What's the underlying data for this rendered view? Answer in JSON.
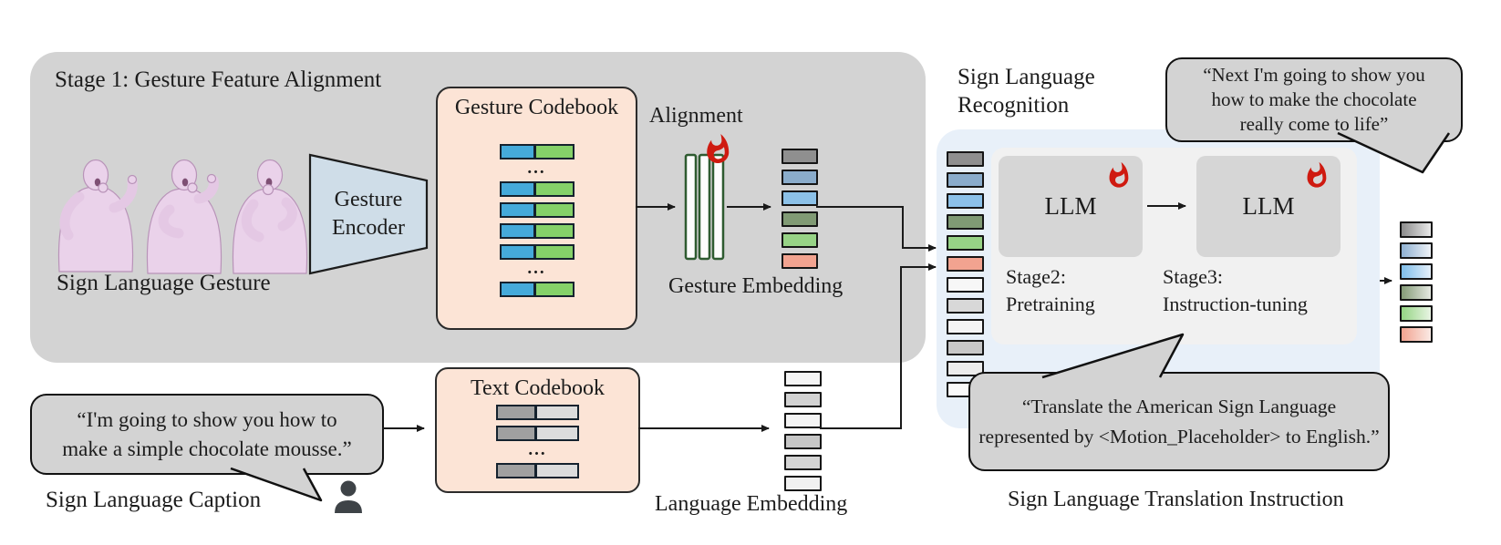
{
  "stage1": {
    "title": "Stage 1: Gesture Feature Alignment",
    "gesture_label": "Sign Language Gesture",
    "encoder_label": "Gesture\nEncoder",
    "bg": "#d3d3d3"
  },
  "gesture_codebook": {
    "title": "Gesture Codebook",
    "rows": [
      "bar",
      "dots",
      "bar",
      "bar",
      "bar",
      "bar",
      "dots",
      "bar"
    ],
    "left": "#45aada",
    "right": "#85d169",
    "dots": "...",
    "bg": "#fce4d6"
  },
  "alignment": {
    "label": "Alignment",
    "flame_color": "#cf1a10",
    "bar_border": "#2e5b30"
  },
  "gesture_embedding": {
    "label": "Gesture Embedding",
    "tokens": [
      "#8f8f8f",
      "#8aaccb",
      "#8cc1e8",
      "#809a74",
      "#97d386",
      "#f2a390"
    ]
  },
  "recognition": {
    "label": "Sign Language\nRecognition",
    "llm1_label": "LLM",
    "llm2_label": "LLM",
    "stage2_label": "Stage2:\nPretraining",
    "stage3_label": "Stage3:\nInstruction-tuning",
    "tokens": [
      "#8f8f8f",
      "#8aaccb",
      "#8cc1e8",
      "#809a74",
      "#97d386",
      "#f2a390",
      "#f7f7f7",
      "#d8d8d8",
      "#f5f5f5",
      "#c7c7c7",
      "#ececec",
      "#fafafa"
    ],
    "panel_bg": "#e8f0f9",
    "inner_bg": "#f1f1f1"
  },
  "text_codebook": {
    "title": "Text Codebook",
    "rows": [
      "bar",
      "bar",
      "dots",
      "bar"
    ],
    "left": "#a0a0a0",
    "right": "#dcdcdc",
    "dots": "...",
    "bg": "#fce4d6"
  },
  "language_embedding": {
    "label": "Language Embedding",
    "tokens": [
      "#f5f5f5",
      "#d2d2d2",
      "#f4f4f4",
      "#c6c6c6",
      "#d4d4d4",
      "#f0f0f0"
    ]
  },
  "output_embedding": {
    "tokens": [
      [
        "#8c8c8c",
        "#e9e9e9"
      ],
      [
        "#8fb1d2",
        "#eef2f7"
      ],
      [
        "#7fbde9",
        "#e5f0fa"
      ],
      [
        "#849b77",
        "#e6e9e2"
      ],
      [
        "#94d583",
        "#e9f4e4"
      ],
      [
        "#f2a390",
        "#faeae5"
      ]
    ]
  },
  "bubbles": {
    "caption": {
      "text": "“I'm going to show you how to\nmake a simple chocolate mousse.”",
      "label": "Sign Language Caption"
    },
    "next": {
      "text": "“Next I'm going to show you\nhow to make the chocolate\nreally come to life”"
    },
    "translate": {
      "text": "“Translate the American Sign Language\nrepresented by <Motion_Placeholder> to English.”",
      "label": "Sign Language Translation Instruction"
    }
  },
  "colors": {
    "arrow": "#1a1a1a",
    "flame": "#cf1a10",
    "bubble_bg": "#d3d3d3",
    "figure_pink": "#ead2ea"
  }
}
